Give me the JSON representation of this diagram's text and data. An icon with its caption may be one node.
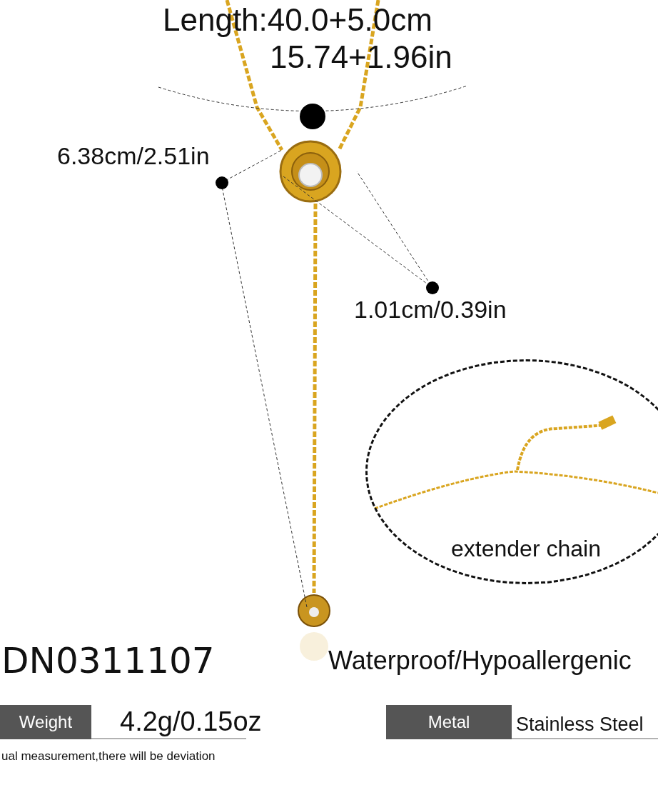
{
  "diagram": {
    "nodes": [
      {
        "text": [
          "extender chain"
        ]
      },
      {
        "text": [
          "Weight"
        ]
      },
      {
        "text": [
          "Metal"
        ]
      }
    ],
    "labels": [
      "Length:40.0+5.0cm",
      "15.74+1.96in",
      "6.38cm/2.51in",
      "1.01cm/0.39in",
      "DN0311107",
      "Waterproof/Hypoallergenic",
      "4.2g/0.15oz",
      "Stainless Steel",
      "ual measurement,there will be deviation"
    ]
  }
}
